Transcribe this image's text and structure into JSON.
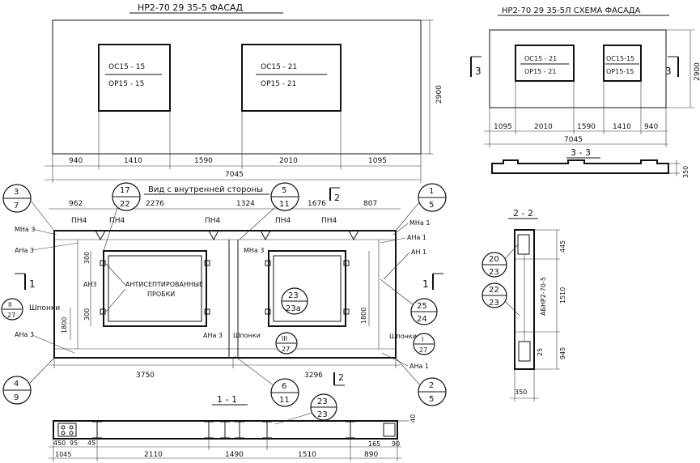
{
  "facade": {
    "title": "НР2-70 29 35-5  ФАСАД",
    "height_dim": "2900",
    "dims": [
      "940",
      "1410",
      "1590",
      "2010",
      "1095"
    ],
    "total": "7045",
    "window_left": {
      "line1": "ОС15 - 15",
      "line2": "ОР15 - 15"
    },
    "window_right": {
      "line1": "ОС15 - 21",
      "line2": "ОР15 - 21"
    }
  },
  "scheme": {
    "title": "НР2-70 29 35-5Л  СХЕМА ФАСАДА",
    "height_dim": "2900",
    "dims": [
      "1095",
      "2010",
      "1590",
      "1410",
      "940"
    ],
    "total": "7045",
    "window_left": {
      "line1": "ОС15 - 21",
      "line2": "ОР15 - 21"
    },
    "window_right": {
      "line1": "ОС15-15",
      "line2": "ОР15-15"
    },
    "marker_left": "3",
    "marker_right": "3"
  },
  "section33": {
    "title": "3 - 3",
    "dim": "350"
  },
  "section22": {
    "title": "2 - 2",
    "dims": [
      "445",
      "1510",
      "945"
    ],
    "bottom_dim": "350",
    "small_dim": "25",
    "label": "АБНР2-70-5",
    "callouts": [
      {
        "top": "20",
        "bottom": "23"
      },
      {
        "top": "22",
        "bottom": "23"
      }
    ]
  },
  "interior": {
    "title": "Вид с внутренней стороны",
    "top_dims": [
      "962",
      "2276",
      "1324",
      "1676",
      "807"
    ],
    "bottom_dims": [
      "3750",
      "3296"
    ],
    "left_dims": [
      "300",
      "1800",
      "300"
    ],
    "right_dim": "1800",
    "pn_labels": [
      "ПН4",
      "ПН4",
      "ПН4",
      "ПН4",
      "ПН4"
    ],
    "label_mna3_left": "МНа 3",
    "label_ana3_left": "АНа 3",
    "label_ana3_left_bottom": "АНа 3",
    "label_an3": "АН3",
    "label_shponki_left": "Шпонки",
    "label_mna3_mid": "МНа 3",
    "label_ana3_mid": "АНа 3",
    "label_shponki_mid": "Шпонки",
    "label_mna1": "МНа 1",
    "label_ana1_top": "АНа 1",
    "label_an1": "АН 1",
    "label_shponki_right": "Шпонки",
    "label_ana1_bottom": "АНа 1",
    "antisept": {
      "line1": "АНТИСЕПТИРОВАННЫЕ",
      "line2": "ПРОБКИ"
    },
    "cut_marker_left": "1",
    "cut_marker_right": "1",
    "cut_marker_top": "2",
    "cut_marker_bottom": "2",
    "roman_left": {
      "num": "II",
      "den": "27"
    },
    "roman_mid": {
      "num": "III",
      "den": "27"
    },
    "roman_right": {
      "num": "I",
      "den": "27"
    },
    "callouts": [
      {
        "top": "3",
        "bottom": "7"
      },
      {
        "top": "17",
        "bottom": "22"
      },
      {
        "top": "5",
        "bottom": "11"
      },
      {
        "top": "1",
        "bottom": "5"
      },
      {
        "top": "4",
        "bottom": "9"
      },
      {
        "top": "6",
        "bottom": "11"
      },
      {
        "top": "2",
        "bottom": "5"
      },
      {
        "top": "25",
        "bottom": "24"
      },
      {
        "top": "23",
        "bottom": "23а"
      }
    ]
  },
  "section11": {
    "title": "1 - 1",
    "dims": [
      "2110",
      "1490",
      "1510",
      "890"
    ],
    "left_dims": [
      "450",
      "95",
      "45"
    ],
    "left_total": "1045",
    "right_dims": [
      "165",
      "90"
    ],
    "dim_40": "40",
    "callout": {
      "top": "23",
      "bottom": "23"
    }
  }
}
